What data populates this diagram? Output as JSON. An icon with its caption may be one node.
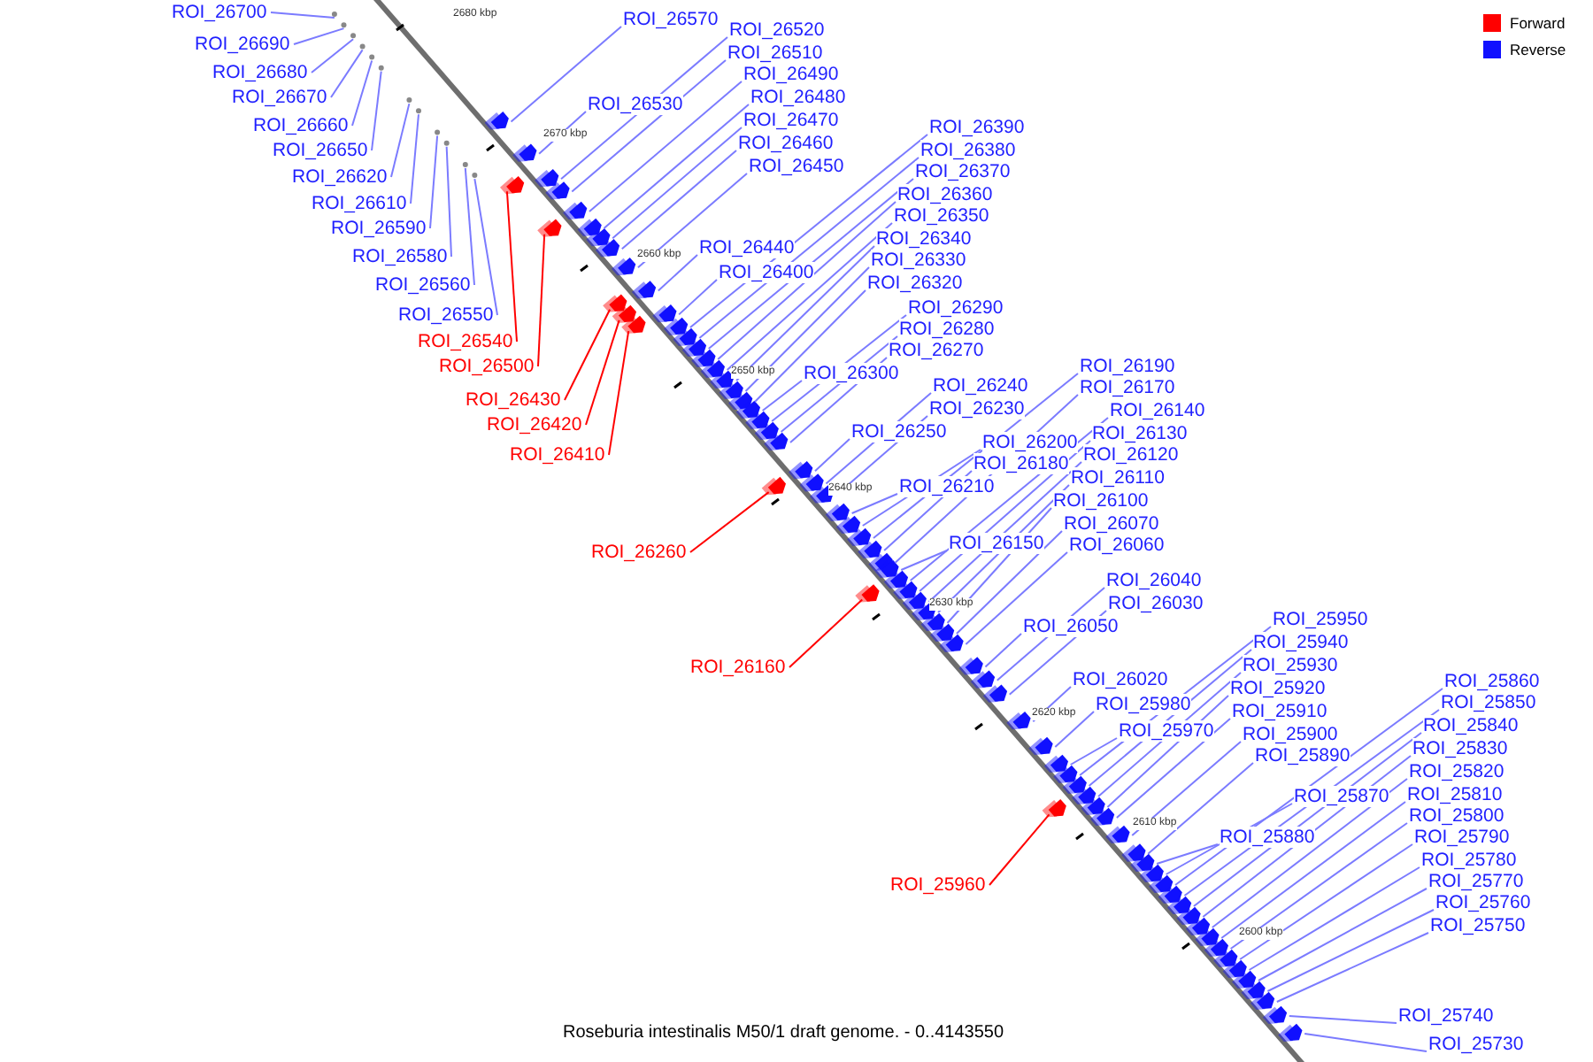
{
  "diagram": {
    "caption": "Roseburia intestinalis M50/1 draft genome. - 0..4143550",
    "nodes": [
      {
        "text": [
          "ROI_26700"
        ]
      },
      {
        "text": [
          "ROI_26690"
        ]
      },
      {
        "text": [
          "ROI_26680"
        ]
      },
      {
        "text": [
          "ROI_26670"
        ]
      },
      {
        "text": [
          "ROI_26660"
        ]
      },
      {
        "text": [
          "ROI_26650"
        ]
      },
      {
        "text": [
          "ROI_26620"
        ]
      },
      {
        "text": [
          "ROI_26610"
        ]
      },
      {
        "text": [
          "ROI_26590"
        ]
      },
      {
        "text": [
          "ROI_26580"
        ]
      },
      {
        "text": [
          "ROI_26570"
        ]
      },
      {
        "text": [
          "ROI_26560"
        ]
      },
      {
        "text": [
          "ROI_26550"
        ]
      },
      {
        "text": [
          "ROI_26540"
        ]
      },
      {
        "text": [
          "ROI_26530"
        ]
      },
      {
        "text": [
          "ROI_26520"
        ]
      },
      {
        "text": [
          "ROI_26510"
        ]
      },
      {
        "text": [
          "ROI_26500"
        ]
      },
      {
        "text": [
          "ROI_26490"
        ]
      },
      {
        "text": [
          "ROI_26480"
        ]
      },
      {
        "text": [
          "ROI_26470"
        ]
      },
      {
        "text": [
          "ROI_26460"
        ]
      },
      {
        "text": [
          "ROI_26450"
        ]
      },
      {
        "text": [
          "ROI_26440"
        ]
      },
      {
        "text": [
          "ROI_26430"
        ]
      },
      {
        "text": [
          "ROI_26420"
        ]
      },
      {
        "text": [
          "ROI_26410"
        ]
      },
      {
        "text": [
          "ROI_26400"
        ]
      },
      {
        "text": [
          "ROI_26390"
        ]
      },
      {
        "text": [
          "ROI_26380"
        ]
      },
      {
        "text": [
          "ROI_26370"
        ]
      },
      {
        "text": [
          "ROI_26360"
        ]
      },
      {
        "text": [
          "ROI_26350"
        ]
      },
      {
        "text": [
          "ROI_26340"
        ]
      },
      {
        "text": [
          "ROI_26330"
        ]
      },
      {
        "text": [
          "ROI_26320"
        ]
      },
      {
        "text": [
          "ROI_26300"
        ]
      },
      {
        "text": [
          "ROI_26290"
        ]
      },
      {
        "text": [
          "ROI_26280"
        ]
      },
      {
        "text": [
          "ROI_26270"
        ]
      },
      {
        "text": [
          "ROI_26260"
        ]
      },
      {
        "text": [
          "ROI_26250"
        ]
      },
      {
        "text": [
          "ROI_26240"
        ]
      },
      {
        "text": [
          "ROI_26230"
        ]
      },
      {
        "text": [
          "ROI_26210"
        ]
      },
      {
        "text": [
          "ROI_26200"
        ]
      },
      {
        "text": [
          "ROI_26190"
        ]
      },
      {
        "text": [
          "ROI_26180"
        ]
      },
      {
        "text": [
          "ROI_26170"
        ]
      },
      {
        "text": [
          "ROI_26160"
        ]
      },
      {
        "text": [
          "ROI_26150"
        ]
      },
      {
        "text": [
          "ROI_26140"
        ]
      },
      {
        "text": [
          "ROI_26130"
        ]
      },
      {
        "text": [
          "ROI_26120"
        ]
      },
      {
        "text": [
          "ROI_26110"
        ]
      },
      {
        "text": [
          "ROI_26100"
        ]
      },
      {
        "text": [
          "ROI_26070"
        ]
      },
      {
        "text": [
          "ROI_26060"
        ]
      },
      {
        "text": [
          "ROI_26050"
        ]
      },
      {
        "text": [
          "ROI_26040"
        ]
      },
      {
        "text": [
          "ROI_26030"
        ]
      },
      {
        "text": [
          "ROI_26020"
        ]
      },
      {
        "text": [
          "ROI_25980"
        ]
      },
      {
        "text": [
          "ROI_25970"
        ]
      },
      {
        "text": [
          "ROI_25960"
        ]
      },
      {
        "text": [
          "ROI_25950"
        ]
      },
      {
        "text": [
          "ROI_25940"
        ]
      },
      {
        "text": [
          "ROI_25930"
        ]
      },
      {
        "text": [
          "ROI_25920"
        ]
      },
      {
        "text": [
          "ROI_25910"
        ]
      },
      {
        "text": [
          "ROI_25900"
        ]
      },
      {
        "text": [
          "ROI_25890"
        ]
      },
      {
        "text": [
          "ROI_25880"
        ]
      },
      {
        "text": [
          "ROI_25870"
        ]
      },
      {
        "text": [
          "ROI_25860"
        ]
      },
      {
        "text": [
          "ROI_25850"
        ]
      },
      {
        "text": [
          "ROI_25840"
        ]
      },
      {
        "text": [
          "ROI_25830"
        ]
      },
      {
        "text": [
          "ROI_25820"
        ]
      },
      {
        "text": [
          "ROI_25810"
        ]
      },
      {
        "text": [
          "ROI_25800"
        ]
      },
      {
        "text": [
          "ROI_25790"
        ]
      },
      {
        "text": [
          "ROI_25780"
        ]
      },
      {
        "text": [
          "ROI_25770"
        ]
      },
      {
        "text": [
          "ROI_25760"
        ]
      },
      {
        "text": [
          "ROI_25750"
        ]
      },
      {
        "text": [
          "ROI_25740"
        ]
      },
      {
        "text": [
          "ROI_25730"
        ]
      },
      {
        "text": [],
        "shape": "circle"
      },
      {
        "text": [],
        "shape": "circle"
      },
      {
        "text": [],
        "shape": "circle"
      },
      {
        "text": [],
        "shape": "circle"
      },
      {
        "text": [],
        "shape": "circle"
      },
      {
        "text": [],
        "shape": "circle"
      },
      {
        "text": [],
        "shape": "circle"
      },
      {
        "text": [],
        "shape": "circle"
      },
      {
        "text": [],
        "shape": "circle"
      },
      {
        "text": [],
        "shape": "circle"
      },
      {
        "text": [],
        "shape": "box"
      },
      {
        "text": [],
        "shape": "circle"
      },
      {
        "text": [],
        "shape": "circle"
      },
      {
        "text": [],
        "shape": "box"
      },
      {
        "text": [],
        "shape": "box"
      },
      {
        "text": [],
        "shape": "box"
      },
      {
        "text": [],
        "shape": "box"
      },
      {
        "text": [],
        "shape": "box"
      },
      {
        "text": [],
        "shape": "box"
      },
      {
        "text": [],
        "shape": "box"
      },
      {
        "text": [],
        "shape": "box"
      },
      {
        "text": [],
        "shape": "box"
      },
      {
        "text": [],
        "shape": "box"
      },
      {
        "text": [],
        "shape": "box"
      },
      {
        "text": [],
        "shape": "box"
      },
      {
        "text": [],
        "shape": "box"
      },
      {
        "text": [],
        "shape": "box"
      },
      {
        "text": [],
        "shape": "box"
      },
      {
        "text": [],
        "shape": "box"
      },
      {
        "text": [],
        "shape": "box"
      },
      {
        "text": [],
        "shape": "box"
      },
      {
        "text": [],
        "shape": "box"
      },
      {
        "text": [],
        "shape": "box"
      },
      {
        "text": [],
        "shape": "box"
      },
      {
        "text": [],
        "shape": "box"
      },
      {
        "text": [],
        "shape": "box"
      },
      {
        "text": [],
        "shape": "box"
      },
      {
        "text": [],
        "shape": "box"
      },
      {
        "text": [],
        "shape": "box"
      },
      {
        "text": [],
        "shape": "box"
      },
      {
        "text": [],
        "shape": "box"
      },
      {
        "text": [],
        "shape": "box"
      },
      {
        "text": [],
        "shape": "box"
      },
      {
        "text": [],
        "shape": "box"
      },
      {
        "text": [],
        "shape": "box"
      },
      {
        "text": [],
        "shape": "box"
      },
      {
        "text": [],
        "shape": "box"
      },
      {
        "text": [],
        "shape": "box"
      },
      {
        "text": [],
        "shape": "box"
      },
      {
        "text": [],
        "shape": "box"
      },
      {
        "text": [],
        "shape": "box"
      },
      {
        "text": [],
        "shape": "box"
      },
      {
        "text": [],
        "shape": "box"
      },
      {
        "text": [],
        "shape": "box"
      },
      {
        "text": [],
        "shape": "box"
      },
      {
        "text": [],
        "shape": "box"
      },
      {
        "text": [],
        "shape": "box"
      },
      {
        "text": [],
        "shape": "box"
      },
      {
        "text": [],
        "shape": "box"
      },
      {
        "text": [],
        "shape": "box"
      },
      {
        "text": [],
        "shape": "box"
      },
      {
        "text": [],
        "shape": "box"
      },
      {
        "text": [],
        "shape": "box"
      },
      {
        "text": [],
        "shape": "box"
      },
      {
        "text": [],
        "shape": "box"
      },
      {
        "text": [],
        "shape": "box"
      },
      {
        "text": [],
        "shape": "box"
      },
      {
        "text": [],
        "shape": "box"
      },
      {
        "text": [],
        "shape": "box"
      },
      {
        "text": [],
        "shape": "box"
      },
      {
        "text": [],
        "shape": "box"
      },
      {
        "text": [],
        "shape": "box"
      },
      {
        "text": [],
        "shape": "box"
      },
      {
        "text": [],
        "shape": "box"
      },
      {
        "text": [],
        "shape": "box"
      },
      {
        "text": [],
        "shape": "box"
      },
      {
        "text": [],
        "shape": "box"
      },
      {
        "text": [],
        "shape": "box"
      },
      {
        "text": [],
        "shape": "box"
      },
      {
        "text": [],
        "shape": "box"
      },
      {
        "text": [],
        "shape": "box"
      },
      {
        "text": [],
        "shape": "box"
      },
      {
        "text": [],
        "shape": "box"
      },
      {
        "text": [],
        "shape": "box"
      },
      {
        "text": [],
        "shape": "box"
      },
      {
        "text": [],
        "shape": "box"
      },
      {
        "text": [],
        "shape": "box"
      },
      {
        "text": [],
        "shape": "box"
      }
    ],
    "edges": [
      {
        "from": 0,
        "to": 88,
        "arrow": "none"
      },
      {
        "from": 1,
        "to": 89,
        "arrow": "none"
      },
      {
        "from": 2,
        "to": 90,
        "arrow": "none"
      },
      {
        "from": 3,
        "to": 91,
        "arrow": "none"
      },
      {
        "from": 4,
        "to": 92,
        "arrow": "none"
      },
      {
        "from": 5,
        "to": 93,
        "arrow": "none"
      },
      {
        "from": 6,
        "to": 94,
        "arrow": "none"
      },
      {
        "from": 7,
        "to": 95,
        "arrow": "none"
      },
      {
        "from": 8,
        "to": 96,
        "arrow": "none"
      },
      {
        "from": 9,
        "to": 97,
        "arrow": "none"
      },
      {
        "from": 10,
        "to": 98,
        "arrow": "none"
      },
      {
        "from": 11,
        "to": 99,
        "arrow": "none"
      },
      {
        "from": 12,
        "to": 100,
        "arrow": "none"
      },
      {
        "from": 13,
        "to": 101,
        "arrow": "none",
        "color": "#ff0000"
      },
      {
        "from": 14,
        "to": 102,
        "arrow": "none"
      },
      {
        "from": 15,
        "to": 103,
        "arrow": "none"
      },
      {
        "from": 16,
        "to": 104,
        "arrow": "none"
      },
      {
        "from": 17,
        "to": 105,
        "arrow": "none",
        "color": "#ff0000"
      },
      {
        "from": 18,
        "to": 106,
        "arrow": "none"
      },
      {
        "from": 19,
        "to": 107,
        "arrow": "none"
      },
      {
        "from": 20,
        "to": 108,
        "arrow": "none"
      },
      {
        "from": 21,
        "to": 109,
        "arrow": "none"
      },
      {
        "from": 22,
        "to": 110,
        "arrow": "none"
      },
      {
        "from": 23,
        "to": 111,
        "arrow": "none"
      },
      {
        "from": 24,
        "to": 112,
        "arrow": "none",
        "color": "#ff0000"
      },
      {
        "from": 25,
        "to": 113,
        "arrow": "none",
        "color": "#ff0000"
      },
      {
        "from": 26,
        "to": 114,
        "arrow": "none",
        "color": "#ff0000"
      },
      {
        "from": 27,
        "to": 115,
        "arrow": "none"
      },
      {
        "from": 28,
        "to": 116,
        "arrow": "none"
      },
      {
        "from": 29,
        "to": 117,
        "arrow": "none"
      },
      {
        "from": 30,
        "to": 118,
        "arrow": "none"
      },
      {
        "from": 31,
        "to": 119,
        "arrow": "none"
      },
      {
        "from": 32,
        "to": 120,
        "arrow": "none"
      },
      {
        "from": 33,
        "to": 121,
        "arrow": "none"
      },
      {
        "from": 34,
        "to": 122,
        "arrow": "none"
      },
      {
        "from": 35,
        "to": 123,
        "arrow": "none"
      },
      {
        "from": 36,
        "to": 124,
        "arrow": "none"
      },
      {
        "from": 37,
        "to": 125,
        "arrow": "none"
      },
      {
        "from": 38,
        "to": 126,
        "arrow": "none"
      },
      {
        "from": 39,
        "to": 127,
        "arrow": "none"
      },
      {
        "from": 40,
        "to": 128,
        "arrow": "none",
        "color": "#ff0000"
      },
      {
        "from": 41,
        "to": 129,
        "arrow": "none"
      },
      {
        "from": 42,
        "to": 130,
        "arrow": "none"
      },
      {
        "from": 43,
        "to": 131,
        "arrow": "none"
      },
      {
        "from": 44,
        "to": 132,
        "arrow": "none"
      },
      {
        "from": 45,
        "to": 133,
        "arrow": "none"
      },
      {
        "from": 46,
        "to": 134,
        "arrow": "none"
      },
      {
        "from": 47,
        "to": 135,
        "arrow": "none"
      },
      {
        "from": 48,
        "to": 136,
        "arrow": "none"
      },
      {
        "from": 49,
        "to": 137,
        "arrow": "none",
        "color": "#ff0000"
      },
      {
        "from": 50,
        "to": 138,
        "arrow": "none"
      },
      {
        "from": 51,
        "to": 139,
        "arrow": "none"
      },
      {
        "from": 52,
        "to": 140,
        "arrow": "none"
      },
      {
        "from": 53,
        "to": 141,
        "arrow": "none"
      },
      {
        "from": 54,
        "to": 142,
        "arrow": "none"
      },
      {
        "from": 55,
        "to": 143,
        "arrow": "none"
      },
      {
        "from": 56,
        "to": 144,
        "arrow": "none"
      },
      {
        "from": 57,
        "to": 145,
        "arrow": "none"
      },
      {
        "from": 58,
        "to": 146,
        "arrow": "none"
      },
      {
        "from": 59,
        "to": 147,
        "arrow": "none"
      },
      {
        "from": 60,
        "to": 148,
        "arrow": "none"
      },
      {
        "from": 61,
        "to": 149,
        "arrow": "none"
      },
      {
        "from": 62,
        "to": 150,
        "arrow": "none"
      },
      {
        "from": 63,
        "to": 151,
        "arrow": "none"
      },
      {
        "from": 64,
        "to": 152,
        "arrow": "none",
        "color": "#ff0000"
      },
      {
        "from": 65,
        "to": 153,
        "arrow": "none"
      },
      {
        "from": 66,
        "to": 154,
        "arrow": "none"
      },
      {
        "from": 67,
        "to": 155,
        "arrow": "none"
      },
      {
        "from": 68,
        "to": 156,
        "arrow": "none"
      },
      {
        "from": 69,
        "to": 157,
        "arrow": "none"
      },
      {
        "from": 70,
        "to": 158,
        "arrow": "none"
      },
      {
        "from": 71,
        "to": 159,
        "arrow": "none"
      },
      {
        "from": 72,
        "to": 160,
        "arrow": "none"
      },
      {
        "from": 73,
        "to": 161,
        "arrow": "none"
      },
      {
        "from": 74,
        "to": 162,
        "arrow": "none"
      },
      {
        "from": 75,
        "to": 163,
        "arrow": "none"
      },
      {
        "from": 76,
        "to": 164,
        "arrow": "none"
      },
      {
        "from": 77,
        "to": 165,
        "arrow": "none"
      },
      {
        "from": 78,
        "to": 166,
        "arrow": "none"
      },
      {
        "from": 79,
        "to": 167,
        "arrow": "none"
      },
      {
        "from": 80,
        "to": 168,
        "arrow": "none"
      },
      {
        "from": 81,
        "to": 169,
        "arrow": "none"
      },
      {
        "from": 82,
        "to": 170,
        "arrow": "none"
      },
      {
        "from": 83,
        "to": 171,
        "arrow": "none"
      },
      {
        "from": 84,
        "to": 172,
        "arrow": "none"
      },
      {
        "from": 85,
        "to": 173,
        "arrow": "none"
      },
      {
        "from": 86,
        "to": 174,
        "arrow": "none"
      },
      {
        "from": 87,
        "to": 175,
        "arrow": "none"
      }
    ],
    "labels": [
      "2680 kbp",
      "2670 kbp",
      "2660 kbp",
      "2650 kbp",
      "2640 kbp",
      "2630 kbp",
      "2620 kbp",
      "2610 kbp",
      "2600 kbp"
    ],
    "legend": [
      {
        "text": "Forward",
        "color": "#ff0000"
      },
      {
        "text": "Reverse",
        "color": "#1010ff"
      }
    ]
  }
}
